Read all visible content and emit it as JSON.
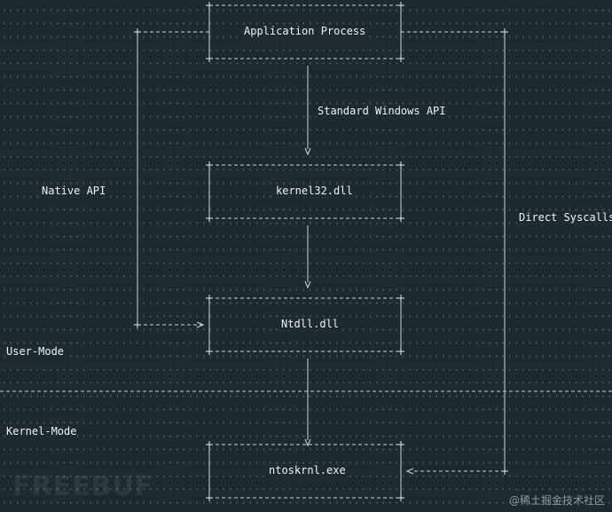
{
  "boxes": {
    "app": "Application Process",
    "kernel32": "kernel32.dll",
    "ntdll": "Ntdll.dll",
    "ntoskrnl": "ntoskrnl.exe"
  },
  "paths": {
    "standard_api": "Standard Windows API",
    "native_api": "Native API",
    "direct_syscalls": "Direct Syscalls"
  },
  "zones": {
    "user_mode": "User-Mode",
    "kernel_mode": "Kernel-Mode"
  },
  "branding": {
    "watermark": "FREEBUF",
    "source": "@稀土掘金技术社区"
  }
}
